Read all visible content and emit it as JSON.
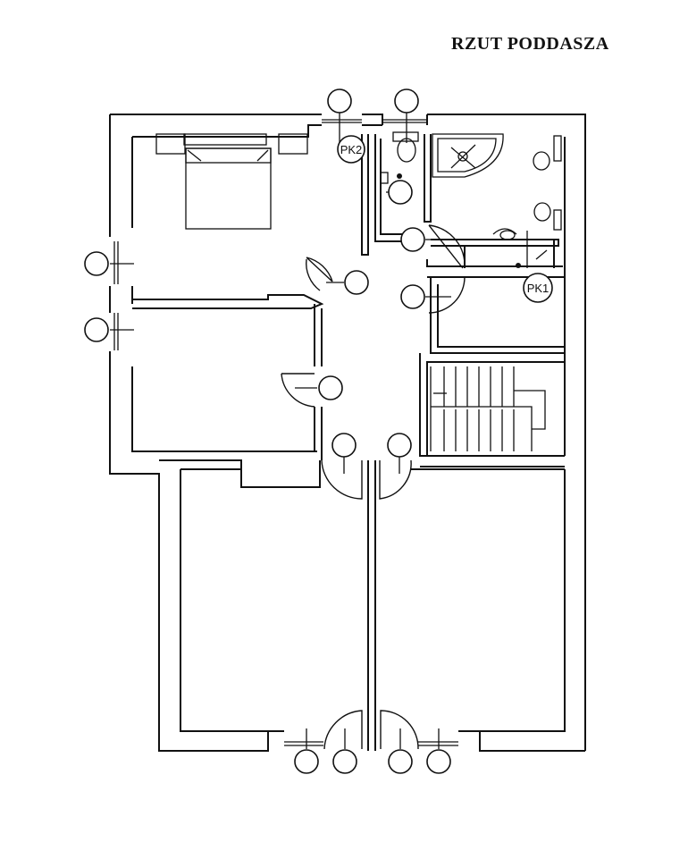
{
  "title": "RZUT PODDASZA",
  "labels": {
    "pk2": "PK2",
    "pk1": "PK1"
  },
  "colors": {
    "line": "#111111",
    "background": "#ffffff"
  }
}
